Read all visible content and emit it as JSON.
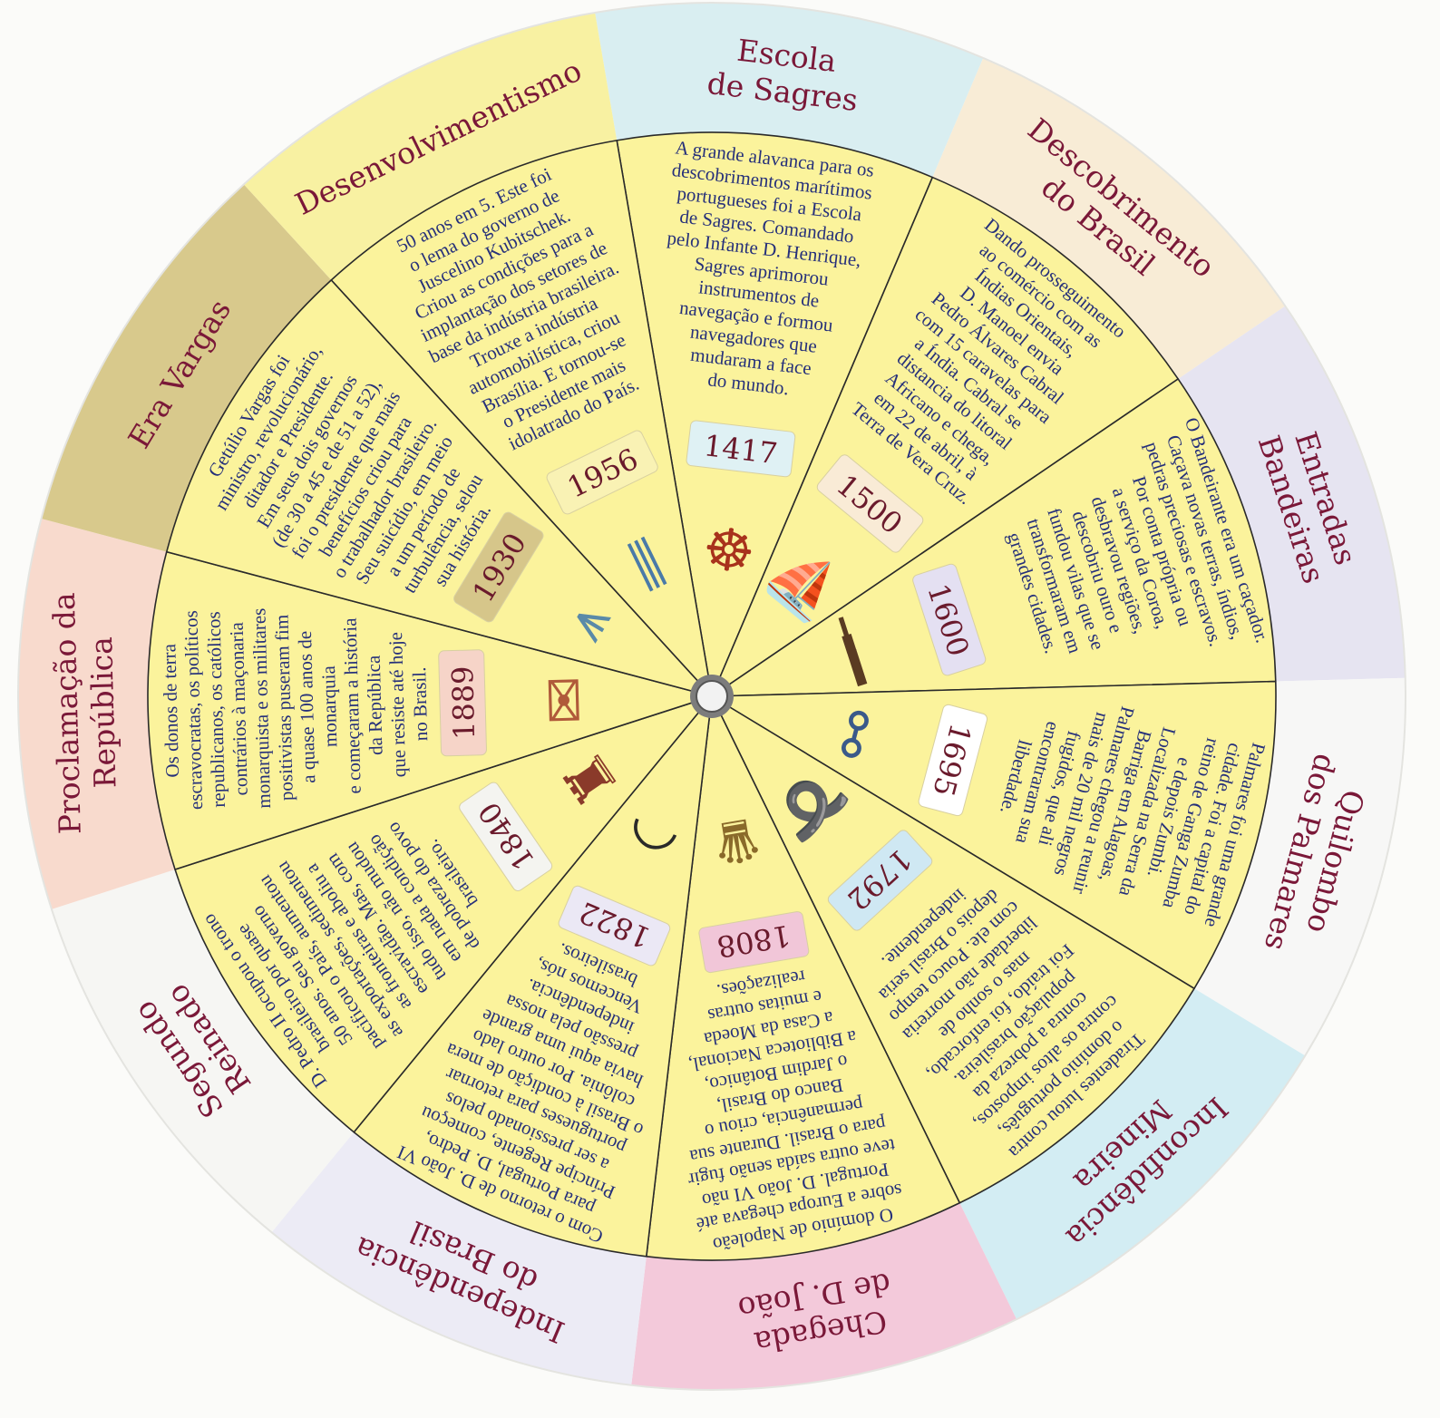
{
  "colors": {
    "inner": "#fbf39c",
    "text": "#26307a",
    "title": "#7a1838",
    "year": "#6a1a2c",
    "line": "#2a2a2a"
  },
  "segments": [
    {
      "title": [
        "Escola",
        "de Sagres"
      ],
      "year": "1417",
      "ring_color": "#d9eef1",
      "badge_color": "#dff1f4",
      "icon": "ship-wheel-icon",
      "description": [
        "A grande alavanca para os",
        "descobrimentos marítimos",
        "portugueses foi a Escola",
        "de Sagres. Comandado",
        "pelo Infante D. Henrique,",
        "Sagres aprimorou",
        "instrumentos de",
        "navegação e formou",
        "navegadores que",
        "mudaram a face",
        "do mundo."
      ]
    },
    {
      "title": [
        "Descobrimento",
        "do Brasil"
      ],
      "year": "1500",
      "ring_color": "#f8ecd6",
      "badge_color": "#f9ebd6",
      "icon": "caravel-ship-icon",
      "description": [
        "Dando prosseguimento",
        "ao comércio com as",
        "Índias Orientais,",
        "D. Manoel envia",
        "Pedro Álvares Cabral",
        "com 15 caravelas para",
        "a Índia. Cabral se",
        "distancia do litoral",
        "Africano e chega,",
        "em 22 de abril, à",
        "Terra de Vera Cruz."
      ]
    },
    {
      "title": [
        "Entradas",
        "Bandeiras"
      ],
      "year": "1600",
      "ring_color": "#e6e4f1",
      "badge_color": "#e4e0f2",
      "icon": "musket-icon",
      "description": [
        "O Bandeirante era um caçador.",
        "Caçava novas terras, índios,",
        "pedras preciosas e escravos.",
        "Por conta própria ou",
        "a serviço da Coroa,",
        "desbravou regiões,",
        "descobriu ouro e",
        "fundou vilas que se",
        "transformaram em",
        "grandes cidades."
      ]
    },
    {
      "title": [
        "Quilombo",
        "dos Palmares"
      ],
      "year": "1695",
      "ring_color": "#f7f7f6",
      "badge_color": "#ffffff",
      "icon": "shackle-icon",
      "description": [
        "Palmares foi uma grande",
        "cidade. Foi a capital do",
        "reino de Ganga Zumba",
        "e depois Zumbi.",
        "Localizada na Serra da",
        "Barriga em Alagoas,",
        "Palmares chegou a reunir",
        "mais de 20 mil negros",
        "fugidos, que ali",
        "encontraram sua",
        "liberdade."
      ]
    },
    {
      "title": [
        "Inconfidência",
        "Mineira"
      ],
      "year": "1792",
      "ring_color": "#d3edf3",
      "badge_color": "#cfe8f3",
      "icon": "noose-rope-icon",
      "description": [
        "Tiradentes lutou contra",
        "o domínio português,",
        "contra os altos impostos,",
        "contra a pobreza da",
        "população brasileira.",
        "Foi traído, foi enforcado,",
        "mas o sonho de",
        "liberdade não morreria",
        "com ele. Pouco tempo",
        "depois o Brasil seria",
        "independente."
      ]
    },
    {
      "title": [
        "Chegada",
        "de D. João"
      ],
      "year": "1808",
      "ring_color": "#f3c9da",
      "badge_color": "#f1c6d8",
      "icon": "crown-icon",
      "description": [
        "O domínio de Napoleão",
        "sobre a Europa chegava até",
        "Portugal. D. João VI não",
        "teve outra saída senão fugir",
        "para o Brasil. Durante sua",
        "permanência, criou o",
        "Banco do Brasil,",
        "o Jardim Botânico,",
        "a Biblioteca Nacional,",
        "a Casa da Moeda",
        "e muitas outras",
        "realizações."
      ]
    },
    {
      "title": [
        "Independência",
        "do Brasil"
      ],
      "year": "1822",
      "ring_color": "#ecebf5",
      "badge_color": "#ebe8f5",
      "icon": "bicorne-hat-icon",
      "description": [
        "Com o retorno de D. João VI",
        "para Portugal, D. Pedro,",
        "Príncipe Regente, começou",
        "a ser pressionado pelos",
        "portugueses para retornar",
        "o Brasil à condição de mera",
        "colônia. Por outro lado",
        "havia aqui uma grande",
        "pressão pela nossa",
        "independência.",
        "Vencemos nós,",
        "brasileiros."
      ]
    },
    {
      "title": [
        "Segundo",
        "Reinado"
      ],
      "year": "1840",
      "ring_color": "#f6f6f3",
      "badge_color": "#f4f4f0",
      "icon": "throne-icon",
      "description": [
        "D. Pedro II ocupou o trono",
        "brasileiro por quase",
        "50 anos. Seu governo",
        "pacificou o País, aumentou",
        "as exportações, sedimentou",
        "as fronteiras e aboliu a",
        "escravidão. Mas, com",
        "tudo isso, não mudou",
        "em nada a condição",
        "de pobreza do povo",
        "brasileiro."
      ]
    },
    {
      "title": [
        "Proclamação da",
        "República"
      ],
      "year": "1889",
      "ring_color": "#f8dacd",
      "badge_color": "#f6d4c8",
      "icon": "scroll-icon",
      "description": [
        "Os donos de terra",
        "escravocratas, os políticos",
        "republicanos, os católicos",
        "contrários à maçonaria",
        "monarquista e os militares",
        "positivistas puseram fim",
        "a quase 100 anos de",
        "monarquia",
        "e começaram a história",
        "da República",
        "que resiste até hoje",
        "no Brasil."
      ]
    },
    {
      "title": [
        "Era Vargas"
      ],
      "year": "1930",
      "ring_color": "#d8c98c",
      "badge_color": "#d6c68a",
      "icon": "oil-derrick-icon",
      "description": [
        "Getúlio Vargas foi",
        "ministro, revolucionário,",
        "ditador e Presidente.",
        "Em seus dois governos",
        "(de 30 a 45 e de 51 a 52),",
        "foi o presidente que mais",
        "benefícios criou para",
        "o trabalhador brasileiro.",
        "Seu suicídio, em meio",
        "a um período de",
        "turbulência, selou",
        "sua história."
      ]
    },
    {
      "title": [
        "Desenvolvimentismo"
      ],
      "year": "1956",
      "ring_color": "#f8f1a2",
      "badge_color": "#f9f2b4",
      "icon": "brasilia-congress-icon",
      "description": [
        "50 anos em 5. Este foi",
        "o lema do governo de",
        "Juscelino Kubitschek.",
        "Criou as condições para a",
        "implantação dos setores de",
        "base da indústria brasileira.",
        "Trouxe a indústria",
        "automobilística, criou",
        "Brasília. E tornou-se",
        "o Presidente mais",
        "idolatrado do País."
      ]
    }
  ]
}
